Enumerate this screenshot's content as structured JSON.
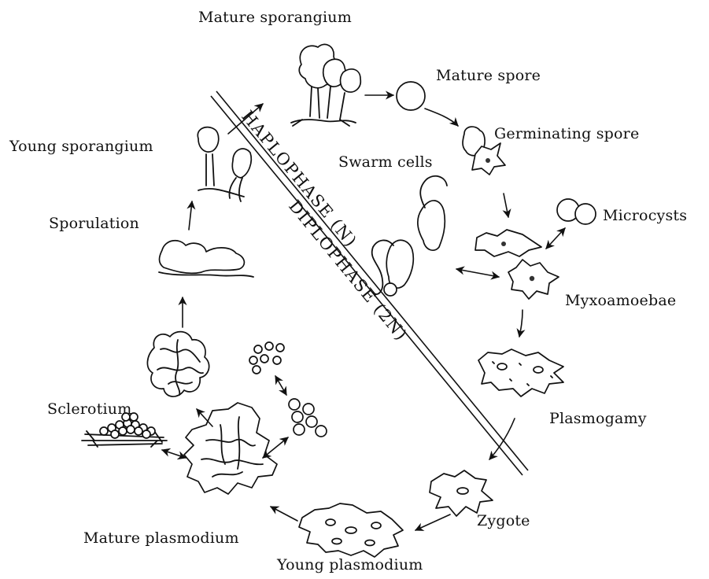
{
  "labels": {
    "mature_sporangium": "Mature sporangium",
    "mature_spore": "Mature spore",
    "germinating_spore": "Germinating spore",
    "swarm_cells": "Swarm cells",
    "microcysts": "Microcysts",
    "myxoamoebae": "Myxoamoebae",
    "plasmogamy": "Plasmogamy",
    "zygote": "Zygote",
    "young_plasmodium": "Young plasmodium",
    "mature_plasmodium": "Mature plasmodium",
    "sclerotium": "Sclerotium",
    "sporulation": "Sporulation",
    "young_sporangium": "Young sporangium"
  },
  "phases": {
    "haplophase": "HAPLOPHASE (N)",
    "diplophase": "DIPLOPHASE (2N)"
  },
  "colors": {
    "ink": "#111111",
    "background": "#ffffff"
  }
}
